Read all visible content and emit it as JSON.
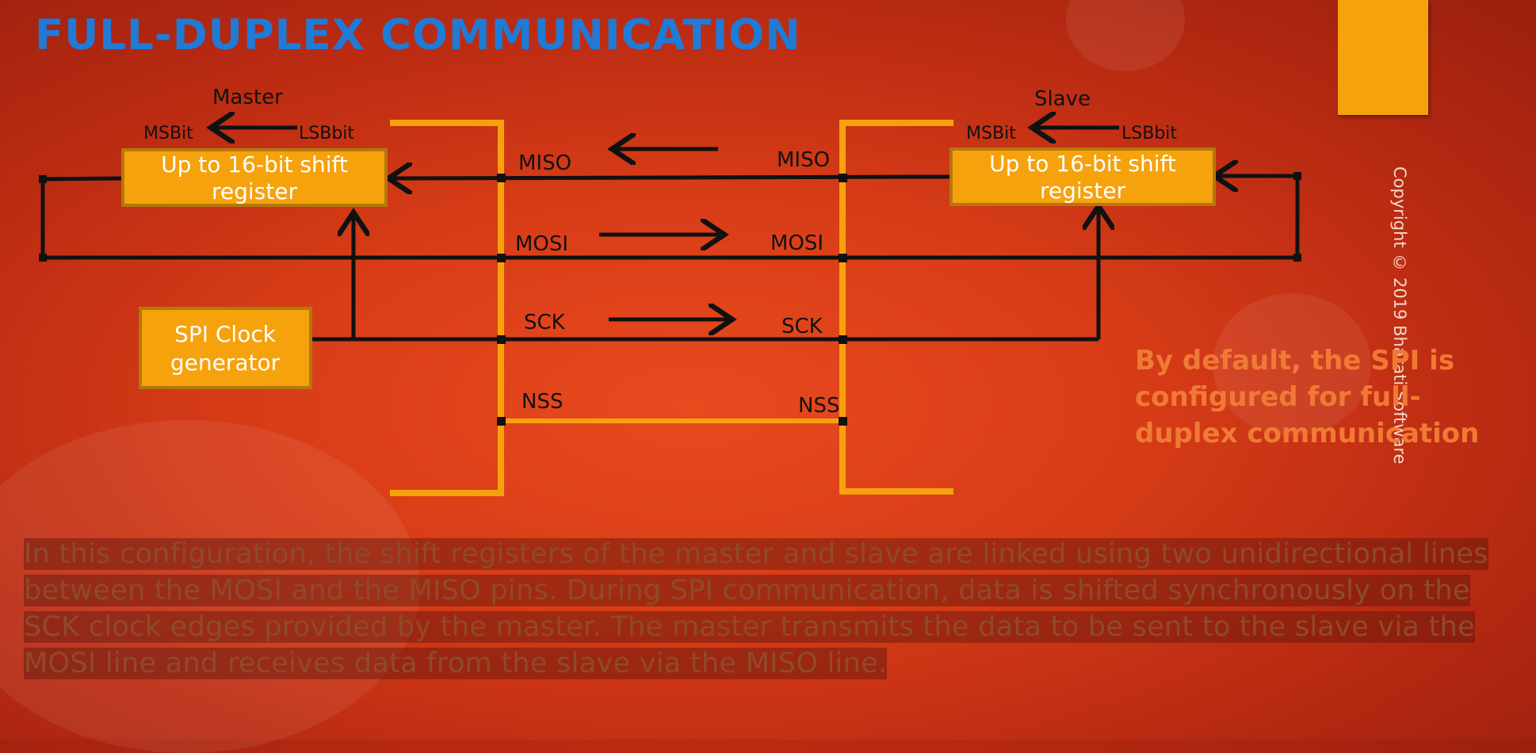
{
  "slide": {
    "title": "FULL-DUPLEX COMMUNICATION",
    "copyright": "Copyright © 2019 Bharati Software",
    "callout": "By default, the SPI is configured for full-duplex communication",
    "paragraph": "In this configuration, the shift registers of the master and slave are linked using two unidirectional lines between the MOSI and the MISO pins. During SPI communication, data is shifted synchronously on the SCK clock edges provided by the master. The master transmits the data to be sent to the slave via the MOSI line and receives data from the slave via the MISO line."
  },
  "diagram": {
    "master": {
      "label": "Master",
      "msb": "MSBit",
      "lsb": "LSBbit",
      "register_line1": "Up to 16-bit shift",
      "register_line2": "register"
    },
    "slave": {
      "label": "Slave",
      "msb": "MSBit",
      "lsb": "LSBbit",
      "register_line1": "Up to 16-bit shift",
      "register_line2": "register"
    },
    "clock_line1": "SPI Clock",
    "clock_line2": "generator",
    "master_pins": {
      "miso": "MISO",
      "mosi": "MOSI",
      "sck": "SCK",
      "nss": "NSS"
    },
    "slave_pins": {
      "miso": "MISO",
      "mosi": "MOSI",
      "sck": "SCK",
      "nss": "NSS"
    }
  },
  "colors": {
    "title": "#1f7bd6",
    "box": "#f6a20d",
    "box_border": "#b5770c",
    "bus": "#f6a20d",
    "wire": "#111111",
    "callout": "#f07a35"
  }
}
